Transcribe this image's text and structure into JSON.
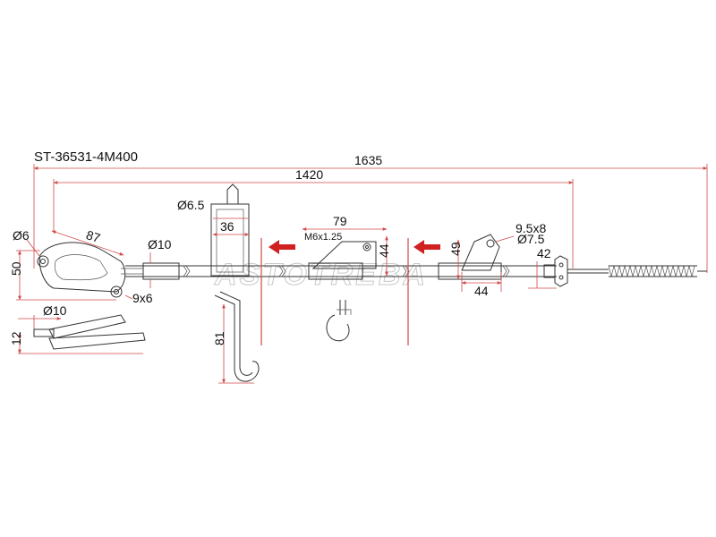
{
  "part_number": "ST-36531-4M400",
  "watermark": "ASTOTREBA",
  "dimensions": {
    "total_length": "1635",
    "inner_length": "1420",
    "end_hole_dia": "Ø6",
    "end_length": "87",
    "end_height": "50",
    "cable_dia_1": "Ø10",
    "slot": "9x6",
    "cable_dia_2": "Ø10",
    "end_thickness": "12",
    "clip_hole_dia": "Ø6.5",
    "clip_width": "36",
    "hook_height": "81",
    "bracket_length": "79",
    "bracket_thread": "M6x1.25",
    "bracket_height": "44",
    "bracket2_height": "49",
    "bracket2_width": "44",
    "slot2": "9.5x8",
    "end_dia": "Ø7.5",
    "end_offset": "42"
  }
}
